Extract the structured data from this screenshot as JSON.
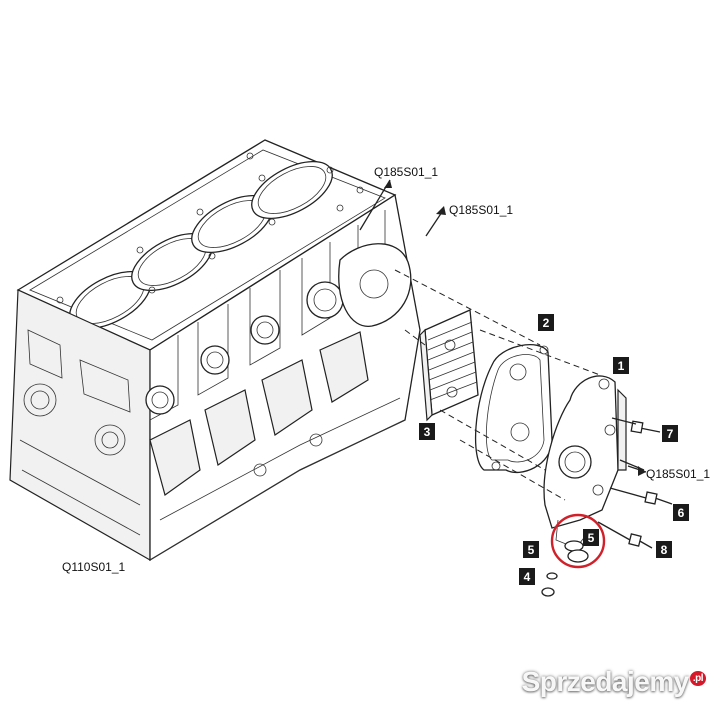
{
  "callouts": [
    {
      "id": "1",
      "label": "1"
    },
    {
      "id": "2",
      "label": "2"
    },
    {
      "id": "3",
      "label": "3"
    },
    {
      "id": "4",
      "label": "4"
    },
    {
      "id": "5",
      "label": "5"
    },
    {
      "id": "5b",
      "label": "5"
    },
    {
      "id": "6",
      "label": "6"
    },
    {
      "id": "7",
      "label": "7"
    },
    {
      "id": "8",
      "label": "8"
    }
  ],
  "references": {
    "top_left": "Q185S01_1",
    "top_right": "Q185S01_1",
    "right": "Q185S01_1",
    "bottom_left": "Q110S01_1"
  },
  "highlight": {
    "color": "#d0212b",
    "target": "5"
  },
  "watermark": {
    "text": "Sprzedajemy",
    "suffix": ".pl"
  }
}
